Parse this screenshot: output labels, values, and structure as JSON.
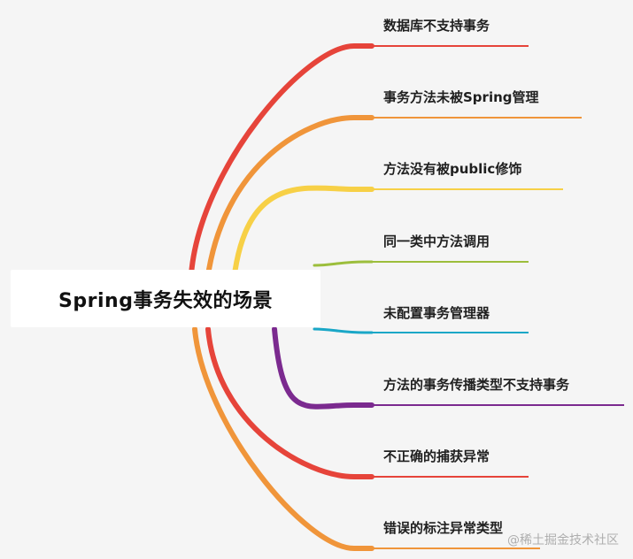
{
  "root": {
    "label": "Spring事务失效的场景"
  },
  "branches": [
    {
      "label": "数据库不支持事务",
      "color": "#e6443a"
    },
    {
      "label": "事务方法未被Spring管理",
      "color": "#f0953a"
    },
    {
      "label": "方法没有被public修饰",
      "color": "#f7d046"
    },
    {
      "label": "同一类中方法调用",
      "color": "#9cbe3c"
    },
    {
      "label": "未配置事务管理器",
      "color": "#1aa7c7"
    },
    {
      "label": "方法的事务传播类型不支持事务",
      "color": "#7b2a8f"
    },
    {
      "label": "不正确的捕获异常",
      "color": "#e6443a"
    },
    {
      "label": "错误的标注异常类型",
      "color": "#f0953a"
    }
  ],
  "watermark": "@稀土掘金技术社区"
}
